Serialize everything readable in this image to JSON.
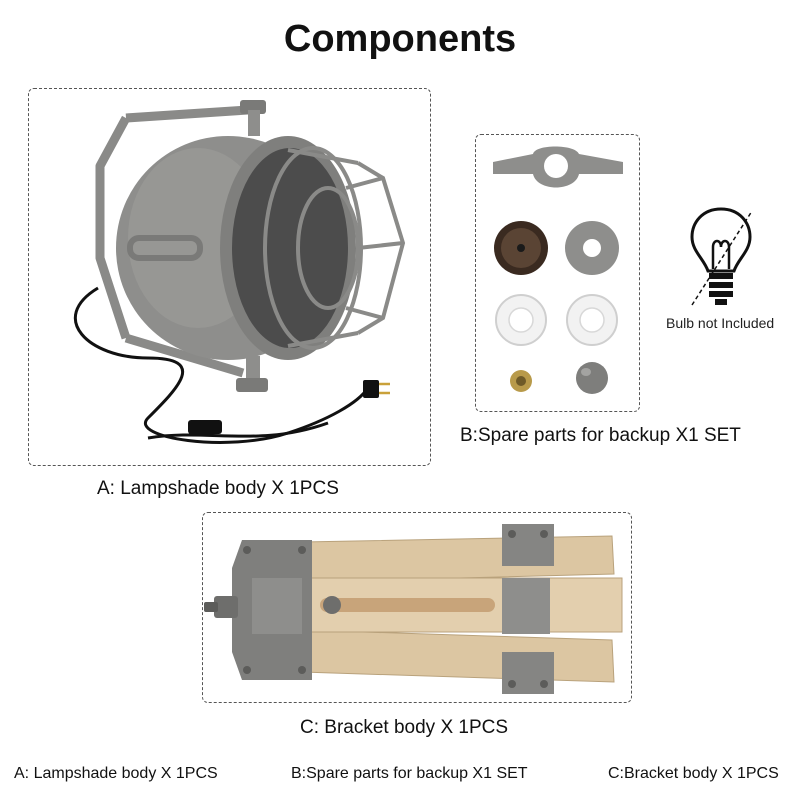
{
  "title": "Components",
  "panels": {
    "a": {
      "caption": "A: Lampshade body X 1PCS"
    },
    "b": {
      "caption": "B:Spare parts for backup X1 SET"
    },
    "c": {
      "caption": "C: Bracket body X 1PCS"
    }
  },
  "bulb_note": "Bulb not Included",
  "footer": [
    "A: Lampshade body X 1PCS",
    "B:Spare parts for backup X1 SET",
    "C:Bracket body X 1PCS"
  ],
  "colors": {
    "metal": "#8e8e8c",
    "metal_dark": "#6e6e6c",
    "wood": "#dcc6a2",
    "cable": "#111111"
  }
}
